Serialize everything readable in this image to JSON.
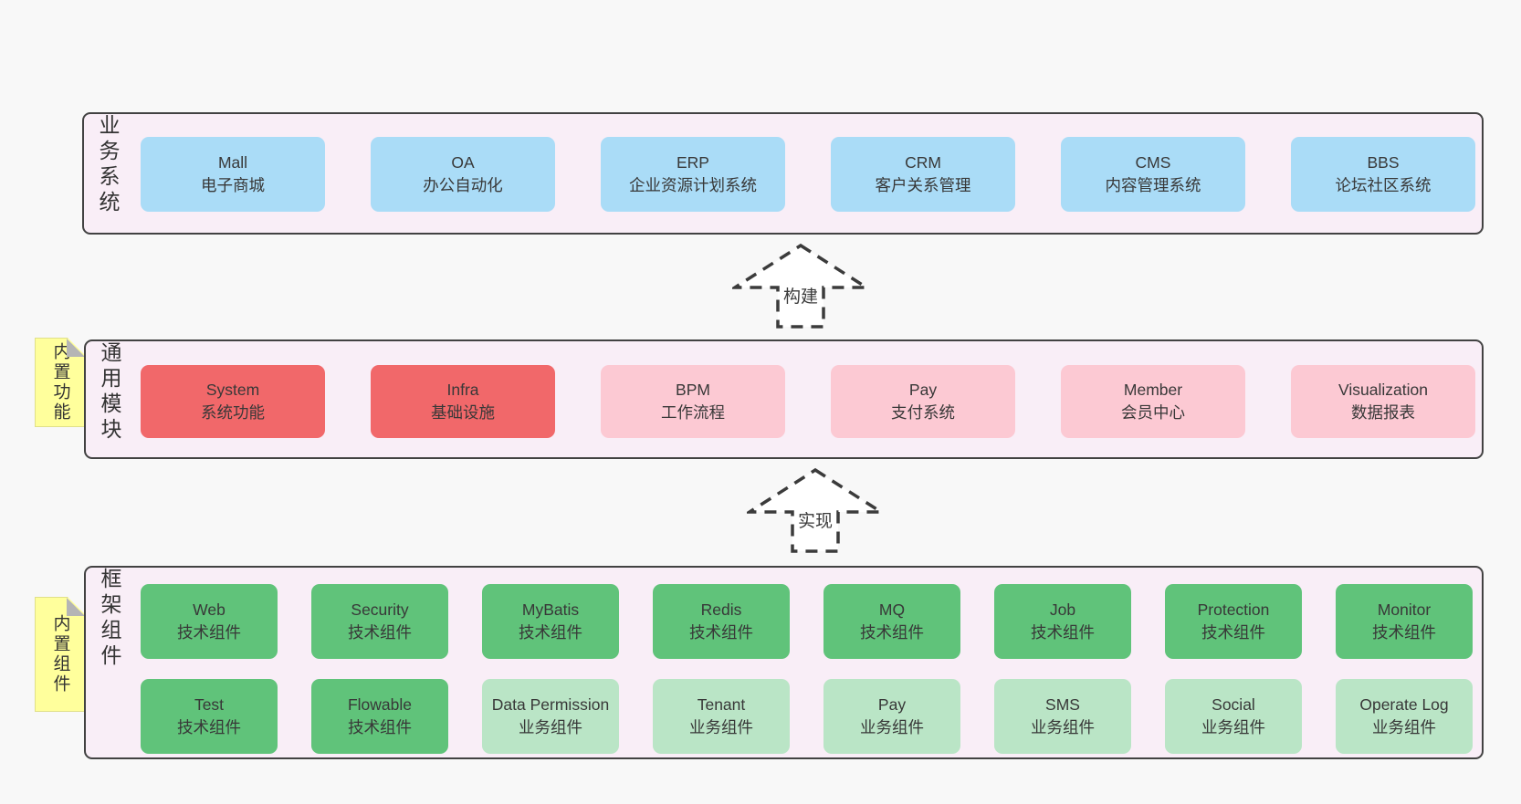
{
  "diagram": {
    "colors": {
      "background": "#f8f8f8",
      "container_fill": "#f9eef7",
      "container_border": "#424242",
      "blue": "#aadcf7",
      "red": "#f1686a",
      "pink": "#fcc9d3",
      "green": "#60c37a",
      "light_green": "#bae5c6",
      "note_yellow": "#ffff9c",
      "note_fold_gray": "#b5b5b5",
      "arrow_dash": "#3b3b3b"
    },
    "arrows": [
      {
        "label": "构建"
      },
      {
        "label": "实现"
      }
    ],
    "layers": {
      "business": {
        "label": "业务系统",
        "boxes": [
          {
            "en": "Mall",
            "zh": "电子商城"
          },
          {
            "en": "OA",
            "zh": "办公自动化"
          },
          {
            "en": "ERP",
            "zh": "企业资源计划系统"
          },
          {
            "en": "CRM",
            "zh": "客户关系管理"
          },
          {
            "en": "CMS",
            "zh": "内容管理系统"
          },
          {
            "en": "BBS",
            "zh": "论坛社区系统"
          }
        ]
      },
      "modules": {
        "note": "内置功能",
        "label": "通用模块",
        "boxes": [
          {
            "en": "System",
            "zh": "系统功能"
          },
          {
            "en": "Infra",
            "zh": "基础设施"
          },
          {
            "en": "BPM",
            "zh": "工作流程"
          },
          {
            "en": "Pay",
            "zh": "支付系统"
          },
          {
            "en": "Member",
            "zh": "会员中心"
          },
          {
            "en": "Visualization",
            "zh": "数据报表"
          }
        ]
      },
      "components": {
        "note": "内置组件",
        "label": "框架组件",
        "row1": [
          {
            "en": "Web",
            "zh": "技术组件"
          },
          {
            "en": "Security",
            "zh": "技术组件"
          },
          {
            "en": "MyBatis",
            "zh": "技术组件"
          },
          {
            "en": "Redis",
            "zh": "技术组件"
          },
          {
            "en": "MQ",
            "zh": "技术组件"
          },
          {
            "en": "Job",
            "zh": "技术组件"
          },
          {
            "en": "Protection",
            "zh": "技术组件"
          },
          {
            "en": "Monitor",
            "zh": "技术组件"
          }
        ],
        "row2": [
          {
            "en": "Test",
            "zh": "技术组件"
          },
          {
            "en": "Flowable",
            "zh": "技术组件"
          },
          {
            "en": "Data Permission",
            "zh": "业务组件"
          },
          {
            "en": "Tenant",
            "zh": "业务组件"
          },
          {
            "en": "Pay",
            "zh": "业务组件"
          },
          {
            "en": "SMS",
            "zh": "业务组件"
          },
          {
            "en": "Social",
            "zh": "业务组件"
          },
          {
            "en": "Operate Log",
            "zh": "业务组件"
          }
        ]
      }
    }
  }
}
